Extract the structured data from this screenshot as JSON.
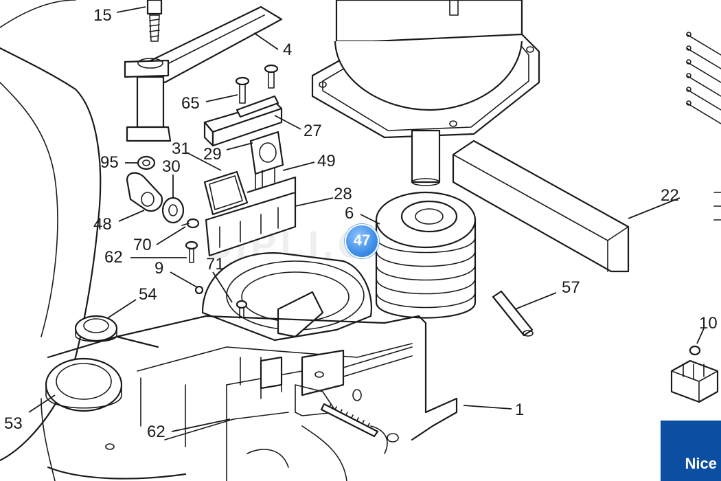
{
  "diagram": {
    "labels": {
      "p15": "15",
      "p4": "4",
      "p65": "65",
      "p27": "27",
      "p31": "31",
      "p29": "29",
      "p95": "95",
      "p30": "30",
      "p49": "49",
      "p28": "28",
      "p6": "6",
      "p22": "22",
      "p48": "48",
      "p70": "70",
      "p62a": "62",
      "p9": "9",
      "p71": "71",
      "p54": "54",
      "p57": "57",
      "p10": "10",
      "p1": "1",
      "p53": "53",
      "p62b": "62"
    },
    "highlight": "47",
    "watermark": "SIPLI.COM",
    "brand": "Nice"
  }
}
